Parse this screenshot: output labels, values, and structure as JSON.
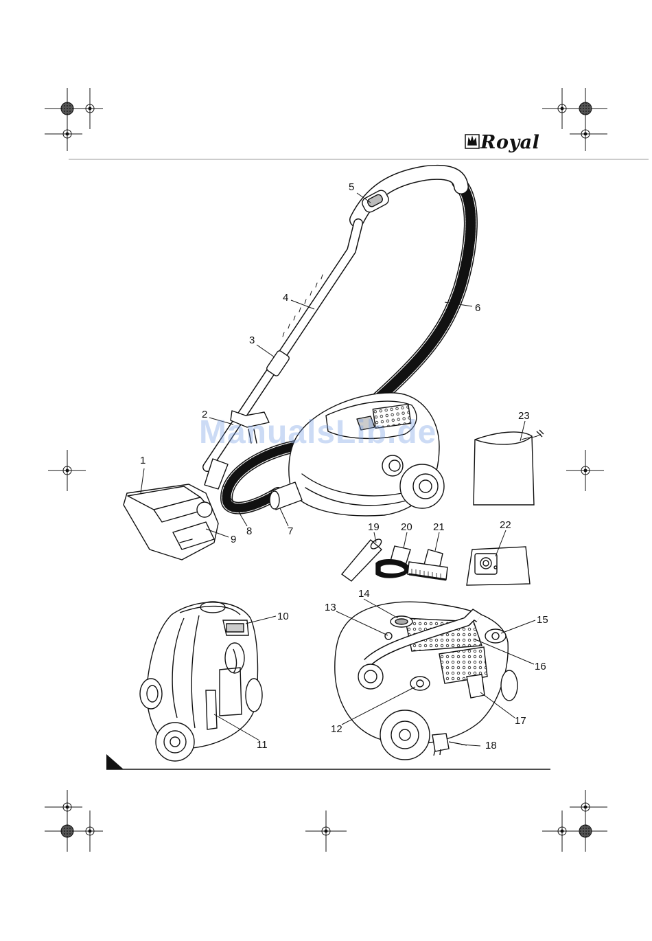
{
  "brand": {
    "name": "Royal",
    "logo_icon": "crown-icon"
  },
  "watermark": "ManualsLib.de",
  "callouts": [
    "1",
    "2",
    "3",
    "4",
    "5",
    "6",
    "7",
    "8",
    "9",
    "10",
    "11",
    "12",
    "13",
    "14",
    "15",
    "16",
    "17",
    "18",
    "19",
    "20",
    "21",
    "22",
    "23"
  ],
  "colors": {
    "line": "#111111",
    "watermark": "#7aa0e6",
    "rule": "#cccccc"
  }
}
